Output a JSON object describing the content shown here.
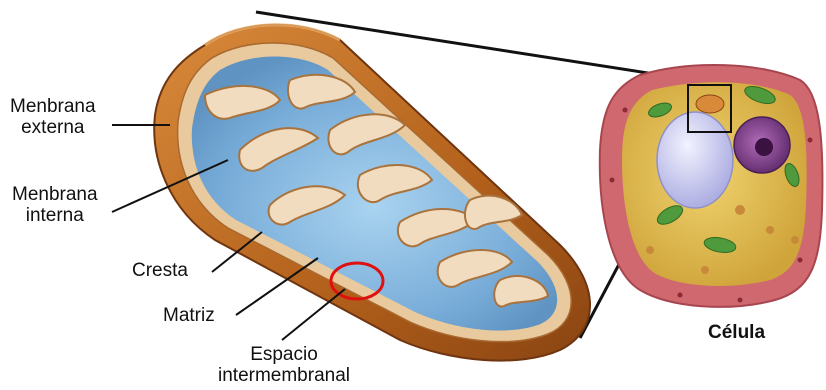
{
  "labels": {
    "membrana_externa": [
      "Menbrana",
      "externa"
    ],
    "membrana_interna": [
      "Menbrana",
      "interna"
    ],
    "cresta": "Cresta",
    "matriz": "Matriz",
    "espacio_intermembranal": [
      "Espacio",
      "intermembranal"
    ],
    "celula": "Célula"
  },
  "colors": {
    "outer_membrane": "#b8651f",
    "inner_membrane": "#e8c9a0",
    "matrix": "#7fb2dc",
    "highlight_circle": "#e01010",
    "cell_wall": "#d76a72",
    "cytoplasm": "#e8c65a",
    "vacuole": "#cfd0f4",
    "nucleus": "#7a3f86",
    "chloroplast": "#4f9a3c"
  }
}
